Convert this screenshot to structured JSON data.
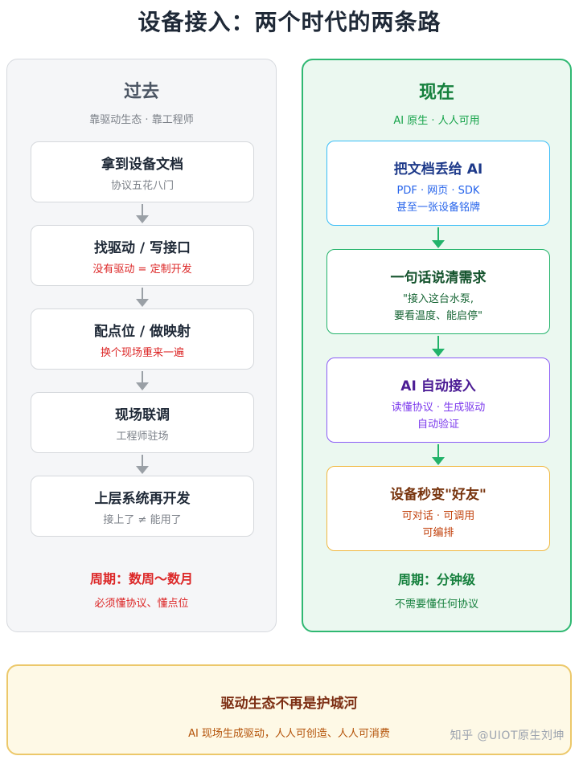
{
  "title": "设备接入：两个时代的两条路",
  "left": {
    "title": "过去",
    "subtitle": "靠驱动生态 · 靠工程师",
    "steps": [
      {
        "title": "拿到设备文档",
        "sub": "协议五花八门"
      },
      {
        "title": "找驱动 / 写接口",
        "sub": "没有驱动 = 定制开发"
      },
      {
        "title": "配点位 / 做映射",
        "sub": "换个现场重来一遍"
      },
      {
        "title": "现场联调",
        "sub": "工程师驻场"
      },
      {
        "title": "上层系统再开发",
        "sub": "接上了 ≠ 能用了"
      }
    ],
    "cycle": "周期：数周～数月",
    "cycle_sub": "必须懂协议、懂点位"
  },
  "right": {
    "title": "现在",
    "subtitle": "AI 原生 · 人人可用",
    "steps": [
      {
        "title": "把文档丢给 AI",
        "sub1": "PDF · 网页 · SDK",
        "sub2": "甚至一张设备铭牌"
      },
      {
        "title": "一句话说清需求",
        "sub1": "\"接入这台水泵,",
        "sub2": "要看温度、能启停\""
      },
      {
        "title": "AI 自动接入",
        "sub1": "读懂协议 · 生成驱动",
        "sub2": "自动验证"
      },
      {
        "title": "设备秒变\"好友\"",
        "sub1": "可对话 · 可调用",
        "sub2": "可编排"
      }
    ],
    "cycle": "周期：分钟级",
    "cycle_sub": "不需要懂任何协议"
  },
  "bottom": {
    "title": "驱动生态不再是护城河",
    "subtitle": "AI 现场生成驱动，人人可创造、人人可消费"
  },
  "watermark": "知乎 @UIOT原生刘坤",
  "colors": {
    "old_panel_bg": "#f5f6f8",
    "new_panel_bg": "#ebf8f0",
    "new_accent": "#2fb872",
    "old_warning": "#dc2626",
    "card_blue": "#38bdf8",
    "card_green": "#22b36a",
    "card_purple": "#8b5cf6",
    "card_amber": "#f0b840"
  }
}
